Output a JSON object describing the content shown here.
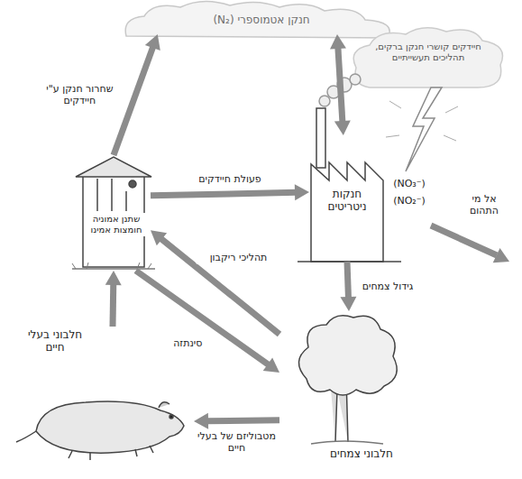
{
  "diagram": {
    "nodes": [
      {
        "text": [
          "חנקן אטמוספרי (N₂)"
        ]
      },
      {
        "text": [
          "שתנן אמוניה חומצות אמינו"
        ]
      },
      {
        "text": [
          "חנקות ניטריטים"
        ]
      },
      {
        "text": [
          "חלבוני צמחים"
        ]
      },
      {
        "text": [
          "חלבוני בעלי חיים"
        ]
      }
    ],
    "edges": [
      {
        "from": 1,
        "to": 0,
        "arrow": "to",
        "label": "שחרור חנקן ע\"י חיידקים"
      },
      {
        "from": 0,
        "to": 2,
        "arrow": "both"
      },
      {
        "from": 1,
        "to": 2,
        "arrow": "to",
        "label": "פעולת חיידקים"
      },
      {
        "from": 2,
        "to": 3,
        "arrow": "to",
        "label": "גידול צמחים"
      },
      {
        "from": 3,
        "to": 1,
        "arrow": "to",
        "label": "תהליכי ריקבון"
      },
      {
        "from": 1,
        "to": 3,
        "arrow": "to",
        "label": "סינתזה"
      },
      {
        "from": 3,
        "to": 4,
        "arrow": "to",
        "label": "מטבוליזם של בעלי חיים"
      },
      {
        "from": 4,
        "to": 1,
        "arrow": "to"
      }
    ],
    "labels": [
      "חיידקים קושרי חנקן ברקים, תהליכים תעשייתיים",
      "(NO₃⁻)",
      "(NO₂⁻)",
      "אל מי התהום"
    ]
  }
}
